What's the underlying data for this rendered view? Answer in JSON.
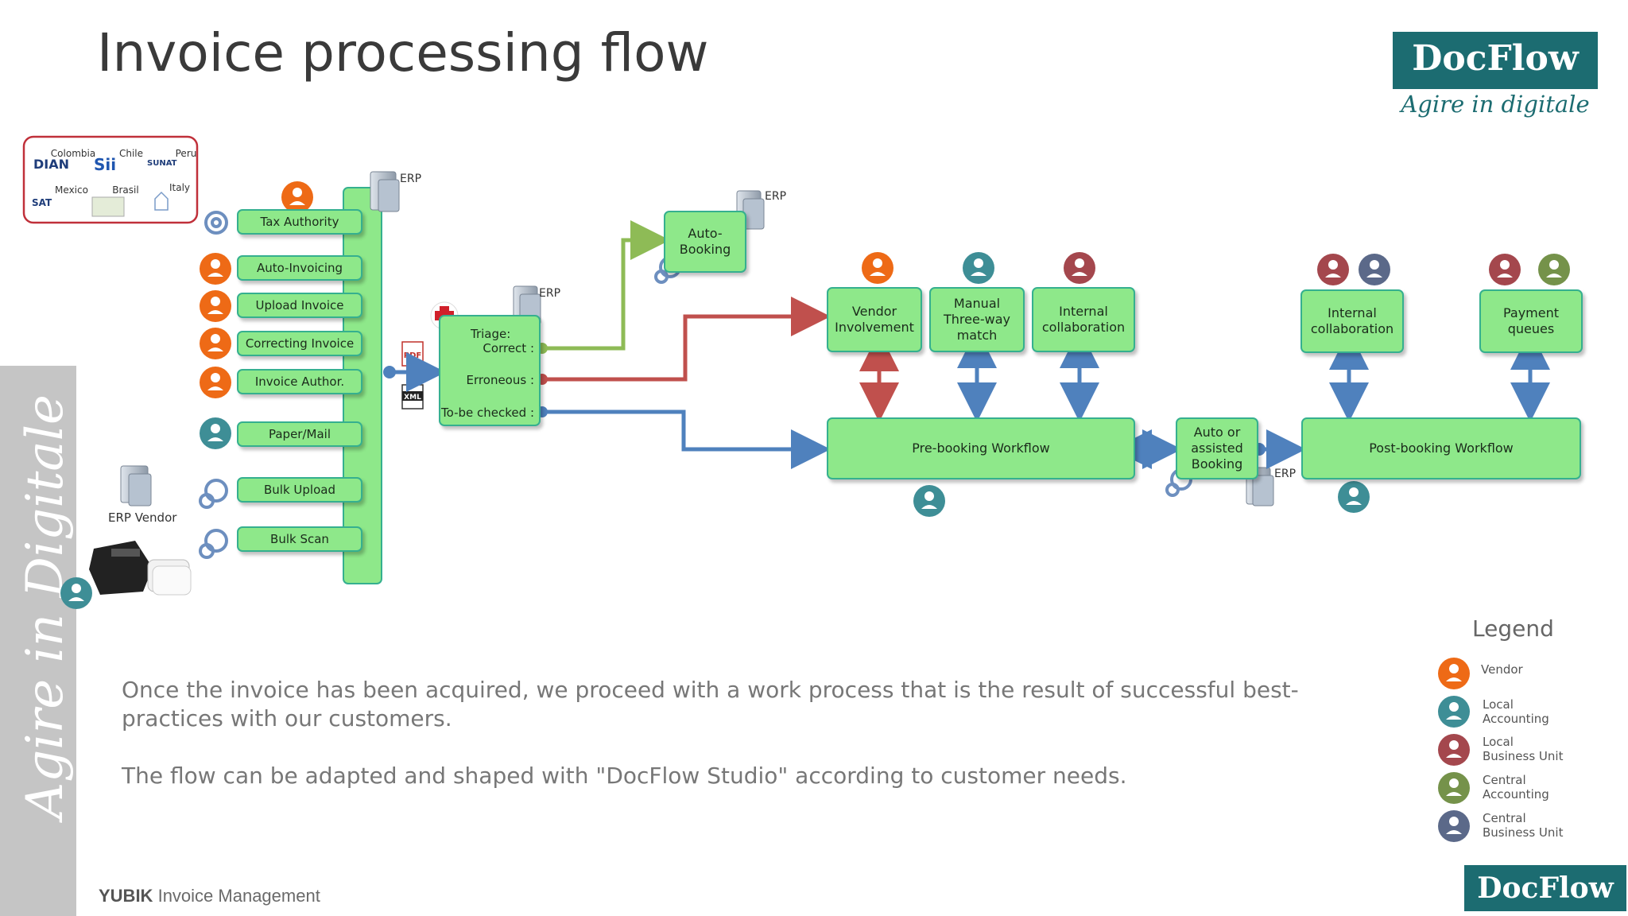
{
  "title": "Invoice processing flow",
  "brand": {
    "logo_word": "DocFlow",
    "tagline": "Agire in digitale",
    "side_tagline": "Agire in Digitale"
  },
  "footer": {
    "company": "YUBIK",
    "product": "Invoice Management"
  },
  "countries": [
    "Colombia",
    "Chile",
    "Peru",
    "Mexico",
    "Brasil",
    "Italy"
  ],
  "country_logos": [
    "DIAN",
    "SII",
    "SUNAT",
    "SAT"
  ],
  "sources": [
    {
      "label": "Tax Authority",
      "actor": "vendor"
    },
    {
      "label": "Auto-Invoicing",
      "actor": "vendor"
    },
    {
      "label": "Upload Invoice",
      "actor": "vendor"
    },
    {
      "label": "Correcting Invoice",
      "actor": "vendor"
    },
    {
      "label": "Invoice Author.",
      "actor": "vendor"
    },
    {
      "label": "Paper/Mail",
      "actor": "local_accounting"
    },
    {
      "label": "Bulk Upload",
      "actor": "automation"
    },
    {
      "label": "Bulk Scan",
      "actor": "automation"
    }
  ],
  "erp_label": "ERP",
  "erp_vendor_label": "ERP Vendor",
  "file_badges": {
    "pdf": "PDF",
    "xml": "XML"
  },
  "triage": {
    "title": "Triage:",
    "correct": "Correct :",
    "erroneous": "Erroneous :",
    "to_check": "To-be checked :"
  },
  "auto_booking": "Auto-\nBooking",
  "vendor_involvement": "Vendor\nInvolvement",
  "manual_match": "Manual\nThree-way\nmatch",
  "internal_collab_1": "Internal\ncollaboration",
  "internal_collab_2": "Internal\ncollaboration",
  "payment_queues": "Payment\nqueues",
  "pre_booking": "Pre-booking Workflow",
  "assisted_booking": "Auto or\nassisted\nBooking",
  "post_booking": "Post-booking Workflow",
  "description": [
    "Once the invoice has been acquired, we proceed with a work process that is the result of successful best-practices with our customers.",
    "The flow can be adapted and shaped with \"DocFlow Studio\" according to customer needs."
  ],
  "legend": {
    "title": "Legend",
    "items": [
      {
        "label": "Vendor",
        "color": "#ee6a16"
      },
      {
        "label": "Local\nAccounting",
        "color": "#3e8e96"
      },
      {
        "label": "Local\nBusiness Unit",
        "color": "#a4474d"
      },
      {
        "label": "Central\nAccounting",
        "color": "#75924a"
      },
      {
        "label": "Central\nBusiness Unit",
        "color": "#5b6989"
      }
    ]
  },
  "colors": {
    "green_arrow": "#8ebb56",
    "red_arrow": "#c0504d",
    "blue_arrow": "#4f81bd",
    "box_fill": "#8ee88a",
    "box_border": "#35b08f",
    "brand": "#1c6c71"
  }
}
